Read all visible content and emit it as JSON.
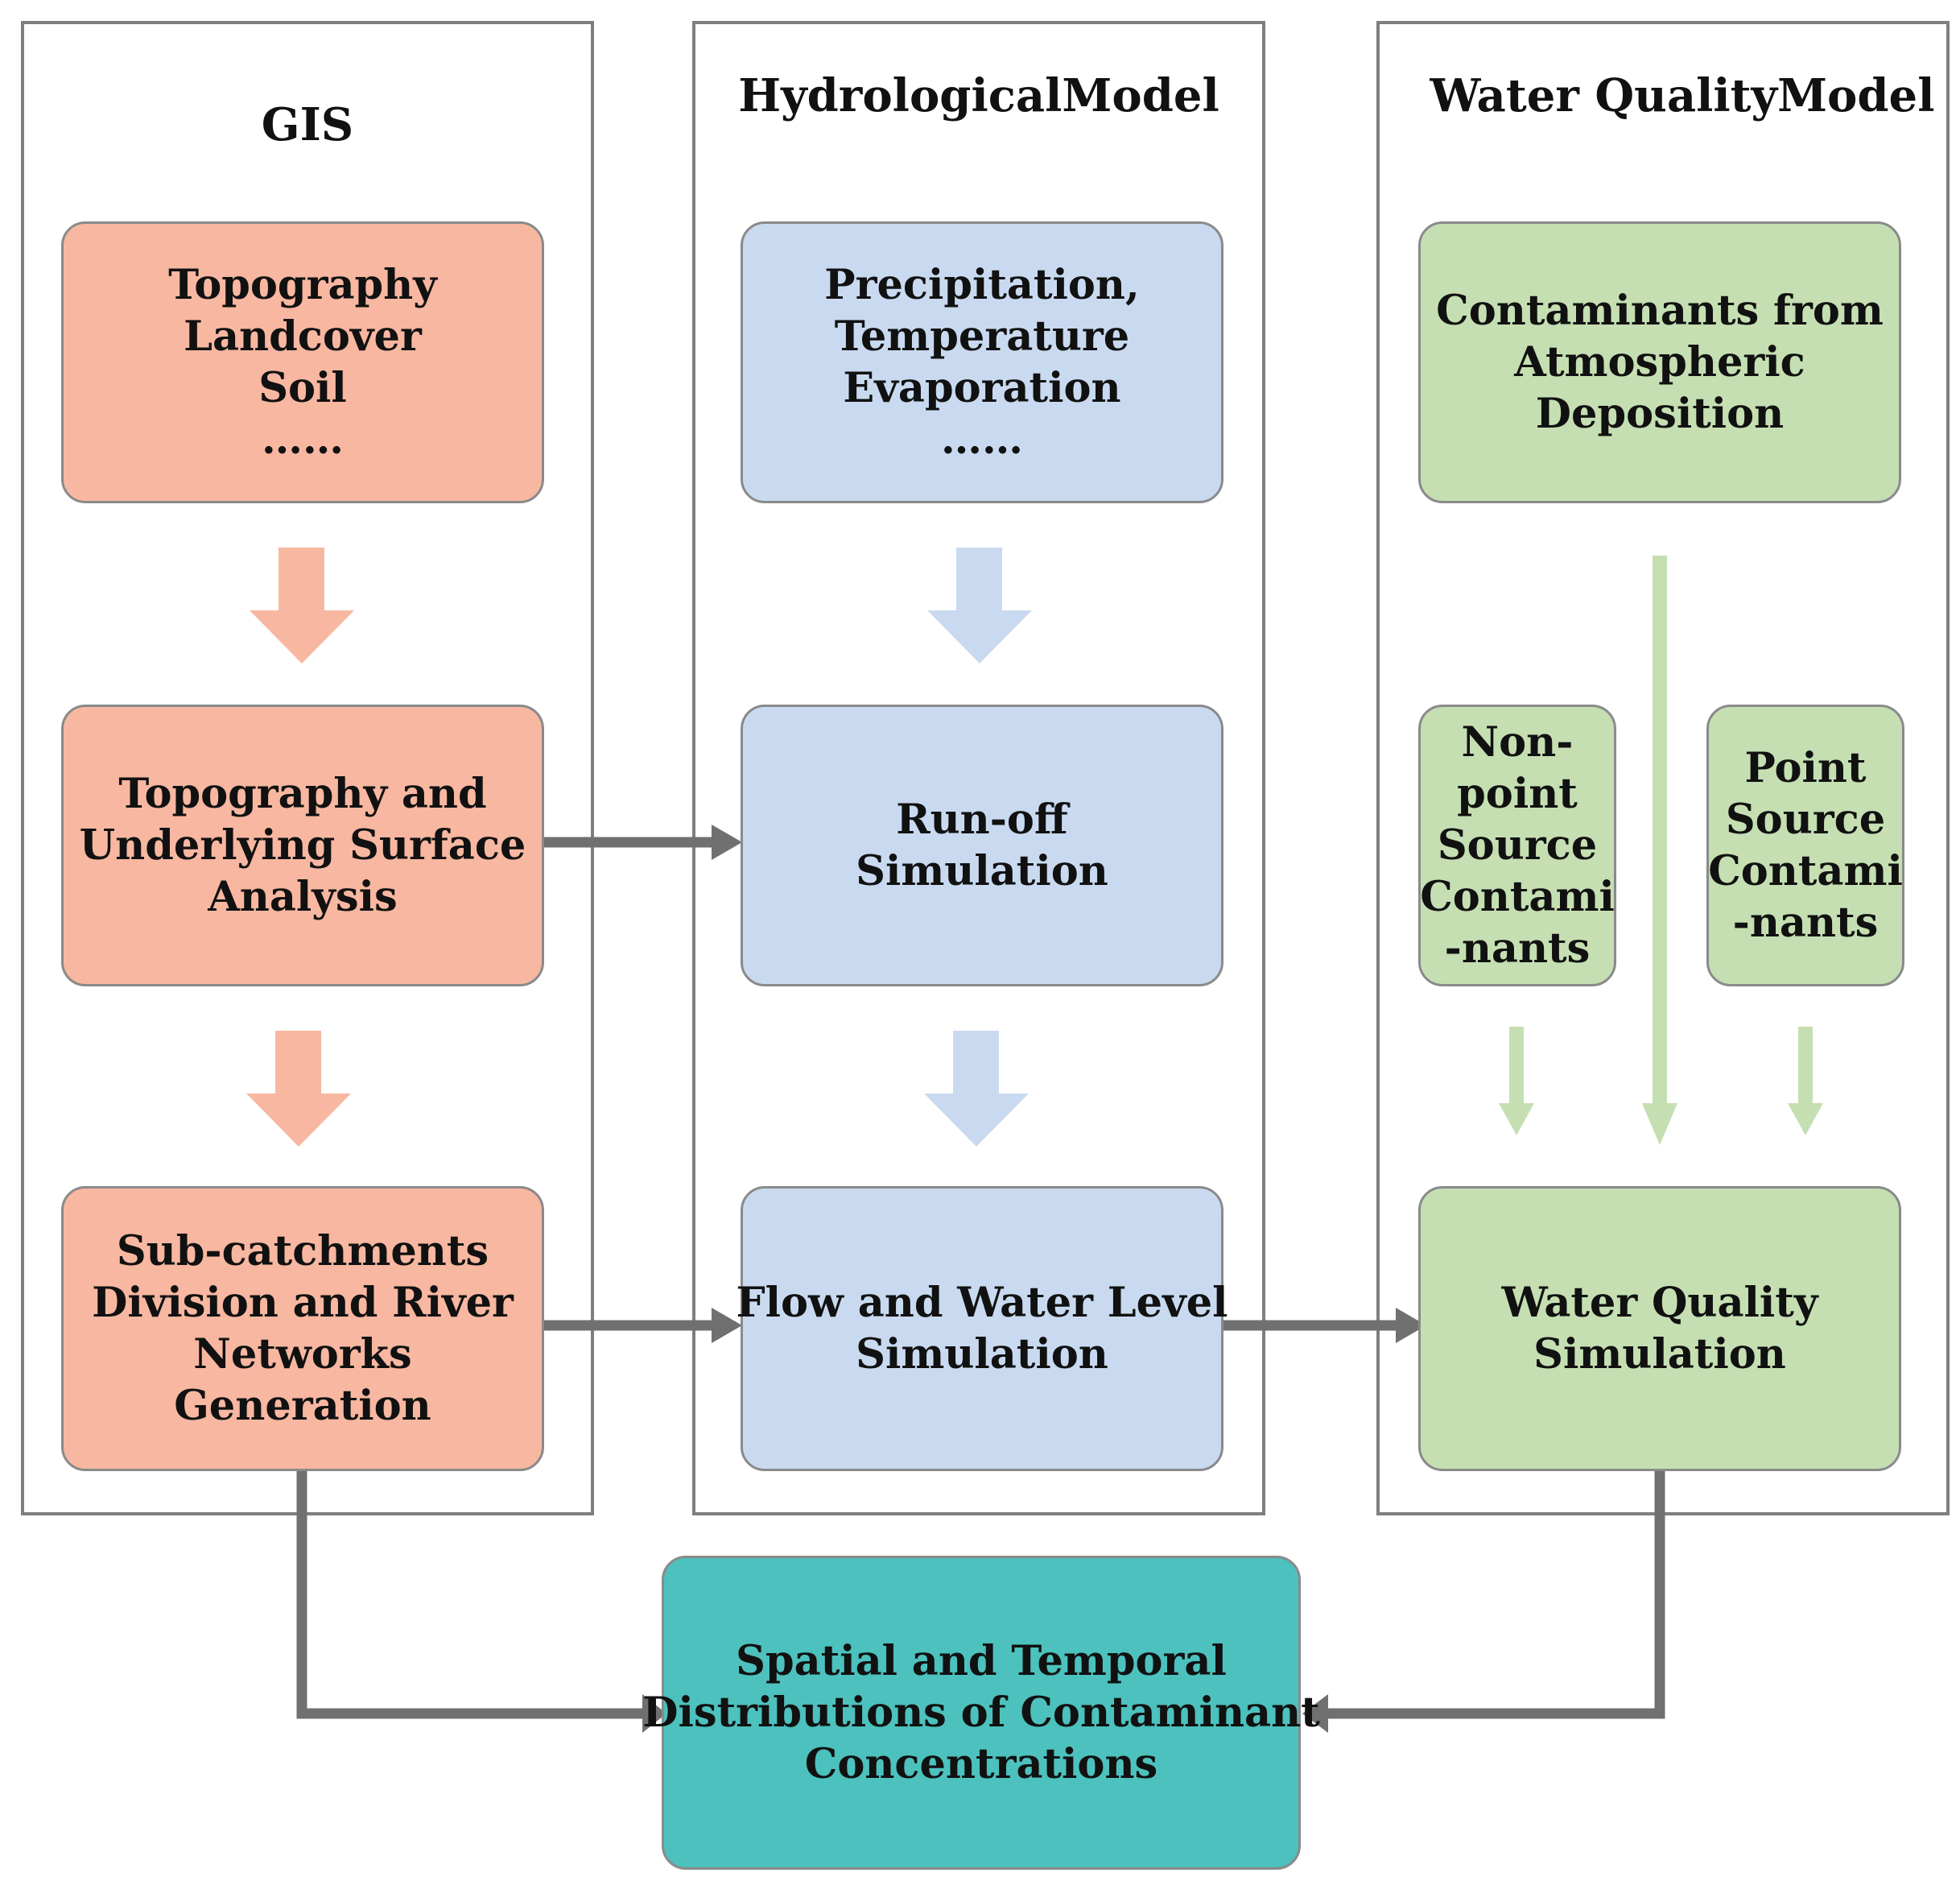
{
  "columns": {
    "gis": {
      "title": [
        "GIS"
      ],
      "input": [
        "Topography",
        "Landcover",
        "Soil",
        "……"
      ],
      "analysis": [
        "Topography and",
        "Underlying Surface",
        "Analysis"
      ],
      "generation": [
        "Sub-catchments",
        "Division and River",
        "Networks",
        "Generation"
      ]
    },
    "hydrological": {
      "title": [
        "Hydrological",
        "Model"
      ],
      "input": [
        "Precipitation,",
        "Temperature",
        "Evaporation",
        "……"
      ],
      "runoff": [
        "Run-off",
        "Simulation"
      ],
      "flow": [
        "Flow and Water Level",
        "Simulation"
      ]
    },
    "water_quality": {
      "title": [
        "Water Quality",
        "Model"
      ],
      "atmospheric": [
        "Contaminants from",
        "Atmospheric",
        "Deposition"
      ],
      "nonpoint": [
        "Non-",
        "point",
        "Source",
        "Contami",
        "-nants"
      ],
      "point": [
        "Point",
        "Source",
        "Contami",
        "-nants"
      ],
      "simulation": [
        "Water Quality",
        "Simulation"
      ]
    }
  },
  "output": [
    "Spatial and Temporal",
    "Distributions of Contaminant",
    "Concentrations"
  ],
  "colors": {
    "gis": "#f8b7a1",
    "hydrological": "#c9daf0",
    "water_quality": "#c5dfb2",
    "output": "#4cc1bd",
    "connector": "#707070",
    "panel_border": "#7f7f7f"
  }
}
